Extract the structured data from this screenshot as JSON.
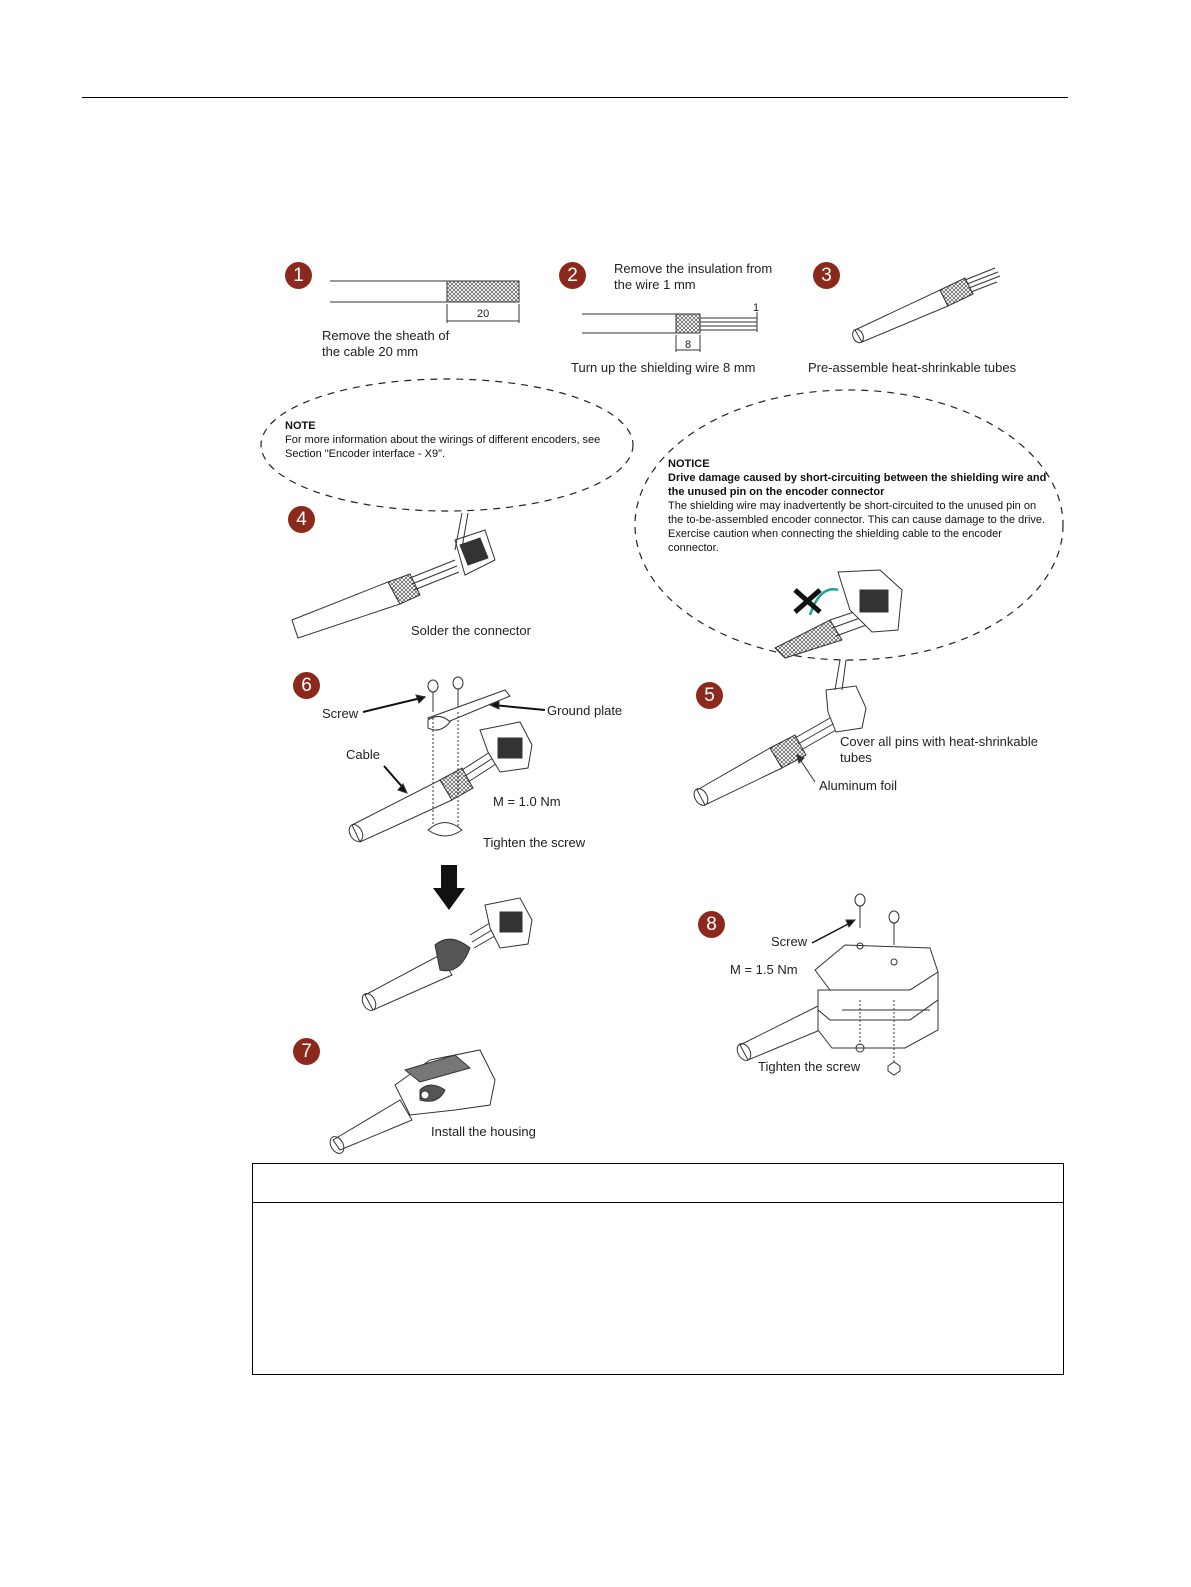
{
  "steps": {
    "s1": {
      "num": "1",
      "label": "Remove the sheath of the cable 20 mm",
      "dim": "20"
    },
    "s2": {
      "num": "2",
      "label_top": "Remove the insulation from the wire 1 mm",
      "label_bottom": "Turn up the shielding wire 8 mm",
      "dim_a": "1",
      "dim_b": "8"
    },
    "s3": {
      "num": "3",
      "label": "Pre-assemble heat-shrinkable tubes"
    },
    "s4": {
      "num": "4",
      "label": "Solder the connector"
    },
    "s5": {
      "num": "5",
      "label_cover": "Cover all pins with heat-shrinkable tubes",
      "label_foil": "Aluminum foil"
    },
    "s6": {
      "num": "6",
      "screw": "Screw",
      "ground": "Ground plate",
      "cable": "Cable",
      "torque": "M = 1.0 Nm",
      "tighten": "Tighten the screw"
    },
    "s7": {
      "num": "7",
      "label": "Install the housing"
    },
    "s8": {
      "num": "8",
      "screw": "Screw",
      "torque": "M = 1.5 Nm",
      "tighten": "Tighten the screw"
    }
  },
  "note": {
    "title": "NOTE",
    "text": "For more information about the wirings of different encoders, see Section \"Encoder interface - X9\"."
  },
  "notice": {
    "title": "NOTICE",
    "heading": "Drive damage caused by short-circuiting between the shielding wire and the unused pin on the encoder connector",
    "body1": "The shielding wire may inadvertently be short-circuited to the unused pin on the to-be-assembled encoder connector. This can cause damage to the drive.",
    "body2": "Exercise caution when connecting the shielding cable to the encoder connector."
  },
  "colors": {
    "badge": "#8b2a1c",
    "teal": "#1aa39a"
  }
}
